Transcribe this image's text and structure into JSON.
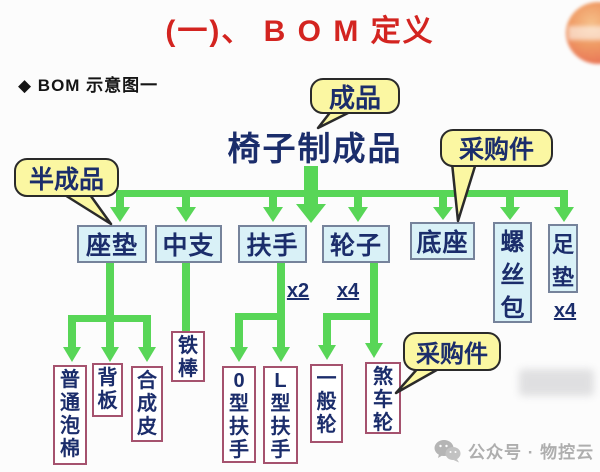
{
  "header": {
    "title": "(一)、 B O M  定义",
    "section_label": "◆ BOM 示意图一"
  },
  "colors": {
    "title_red": "#d32420",
    "connector_green": "#58d657",
    "callout_yellow": "#fbf7a2",
    "node_fill": "#d9f1f7",
    "node_border": "#76839b",
    "leaf_border": "#a5526e",
    "text_navy": "#1b2d6b"
  },
  "diagram": {
    "root": {
      "label": "椅子制成品"
    },
    "callouts": [
      {
        "label": "成品"
      },
      {
        "label": "半成品"
      },
      {
        "label": "采购件"
      },
      {
        "label": "采购件"
      }
    ],
    "level2": [
      {
        "label": "座垫"
      },
      {
        "label": "中支"
      },
      {
        "label": "扶手",
        "qty": "x2"
      },
      {
        "label": "轮子",
        "qty": "x4"
      },
      {
        "label": "底座"
      },
      {
        "label": "螺丝包"
      },
      {
        "label": "足垫",
        "qty": "x4"
      }
    ],
    "level3": [
      {
        "label": "普通泡棉"
      },
      {
        "label": "背板"
      },
      {
        "label": "合成皮"
      },
      {
        "label": "铁棒"
      },
      {
        "label": "0型扶手"
      },
      {
        "label": "L型扶手"
      },
      {
        "label": "一般轮"
      },
      {
        "label": "煞车轮"
      }
    ]
  },
  "watermark": {
    "text": "公众号 · 物控云"
  }
}
